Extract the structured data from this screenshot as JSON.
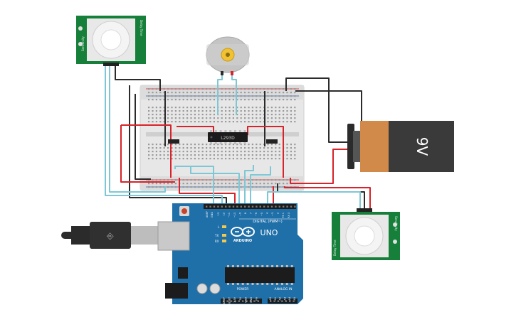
{
  "battery": {
    "label": "9V"
  },
  "driver_ic": {
    "label": "L293D"
  },
  "arduino": {
    "brand": "ARDUINO",
    "model": "UNO",
    "digital_header": "DIGITAL (PWM~)",
    "power_header": "POWER",
    "analog_header": "ANALOG IN",
    "led_labels": [
      "L",
      "TX",
      "RX"
    ],
    "aref": "AREF",
    "gnd": "GND",
    "digital_pins": [
      "13",
      "12",
      "~11",
      "~10",
      "~9",
      "8",
      "7",
      "~6",
      "~5",
      "4",
      "~3",
      "2",
      "TX 1",
      "RX 0"
    ],
    "power_pins": [
      "IOREF",
      "RESET",
      "3.3V",
      "5V",
      "GND",
      "GND",
      "Vin"
    ],
    "analog_pins": [
      "A0",
      "A1",
      "A2",
      "A3",
      "A4",
      "A5"
    ]
  },
  "pir_top": {
    "label_left": "Sensitivity",
    "label_right": "Delay Time"
  },
  "pir_bottom": {
    "label_left": "Delay Time",
    "label_right": "Sensitivity"
  },
  "colors": {
    "wire_red": "#d8232a",
    "wire_black": "#2b2b2b",
    "wire_cyan": "#7ec8d6",
    "arduino_blue": "#1f6fa8",
    "pir_green": "#16803a",
    "battery_copper": "#d18a4a",
    "battery_dark": "#3a3a3a"
  }
}
